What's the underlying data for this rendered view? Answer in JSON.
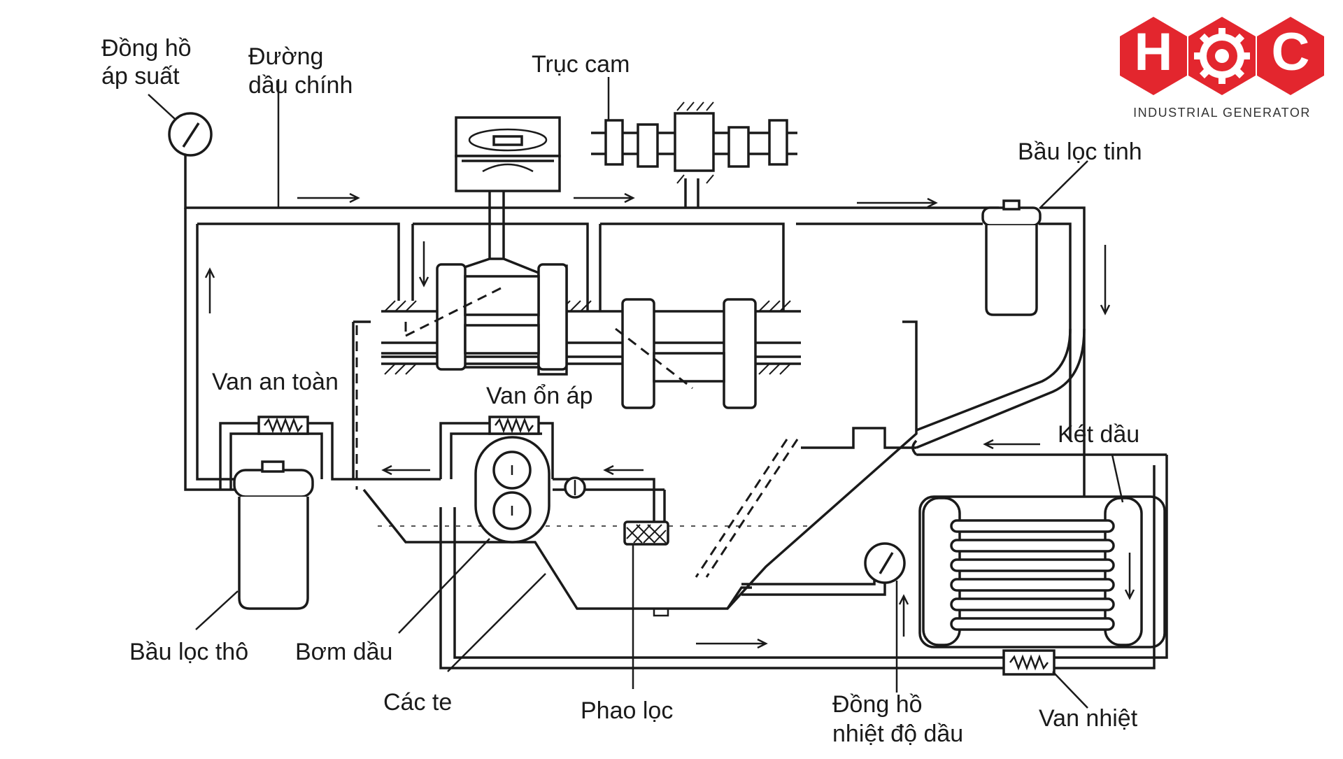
{
  "logo": {
    "letters": [
      "H",
      "O",
      "C"
    ],
    "tagline": "INDUSTRIAL GENERATOR",
    "color": "#e3262e"
  },
  "labels": {
    "pressure_gauge": [
      "Đồng hồ",
      "áp suất"
    ],
    "main_oil_line": [
      "Đường",
      "dầu chính"
    ],
    "camshaft": "Trục cam",
    "fine_filter": "Bầu lọc tinh",
    "safety_valve": "Van an toàn",
    "regulator_valve": "Van ổn áp",
    "oil_cooler": "Két dầu",
    "coarse_filter": "Bầu lọc thô",
    "oil_pump": "Bơm dầu",
    "oil_pan": "Các te",
    "float_filter": "Phao lọc",
    "temp_gauge": [
      "Đồng hồ",
      "nhiệt độ dầu"
    ],
    "thermal_valve": "Van nhiệt"
  }
}
